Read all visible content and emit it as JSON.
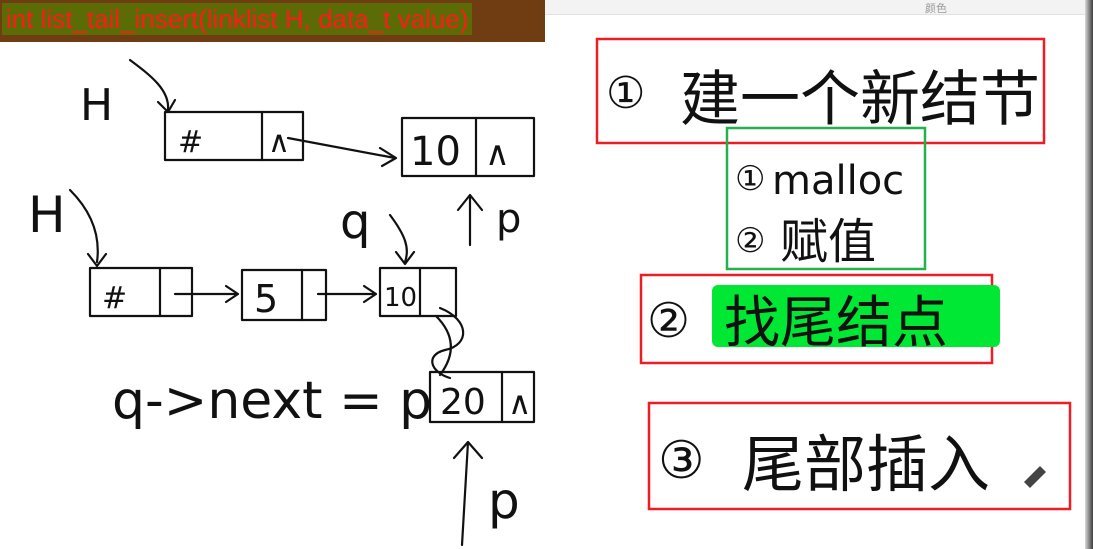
{
  "code_header": {
    "text": "int list_tail_insert(linklist H, data_t value)"
  },
  "top_strip": {
    "menu_hint": "颜色"
  },
  "sketch": {
    "top_list": {
      "head_label": "H",
      "node1": "#",
      "node1_null": "∧",
      "node2_value": "10",
      "node2_null": "∧",
      "pointer_label": "p"
    },
    "main_list": {
      "head_label": "H",
      "node1": "#",
      "node2_value": "5",
      "node3_value": "10",
      "q_label": "q"
    },
    "statement": "q->next = p",
    "new_node": {
      "value": "20",
      "null": "∧",
      "pointer_label": "p"
    }
  },
  "steps": [
    {
      "num": "①",
      "text": "建一个新结节",
      "border": "red"
    },
    {
      "num": "①",
      "text": "malloc",
      "border": "green"
    },
    {
      "num": "②",
      "text": "赋值",
      "border": "green"
    },
    {
      "num": "②",
      "text": "找尾结点",
      "border": "red",
      "highlight": "#00e833"
    },
    {
      "num": "③",
      "text": "尾部插入",
      "border": "red"
    }
  ],
  "colors": {
    "red": "#ee1c24",
    "green": "#22b14c",
    "highlight": "#00e833",
    "code_text": "#ff1a1a",
    "code_bg": "#703d12"
  }
}
